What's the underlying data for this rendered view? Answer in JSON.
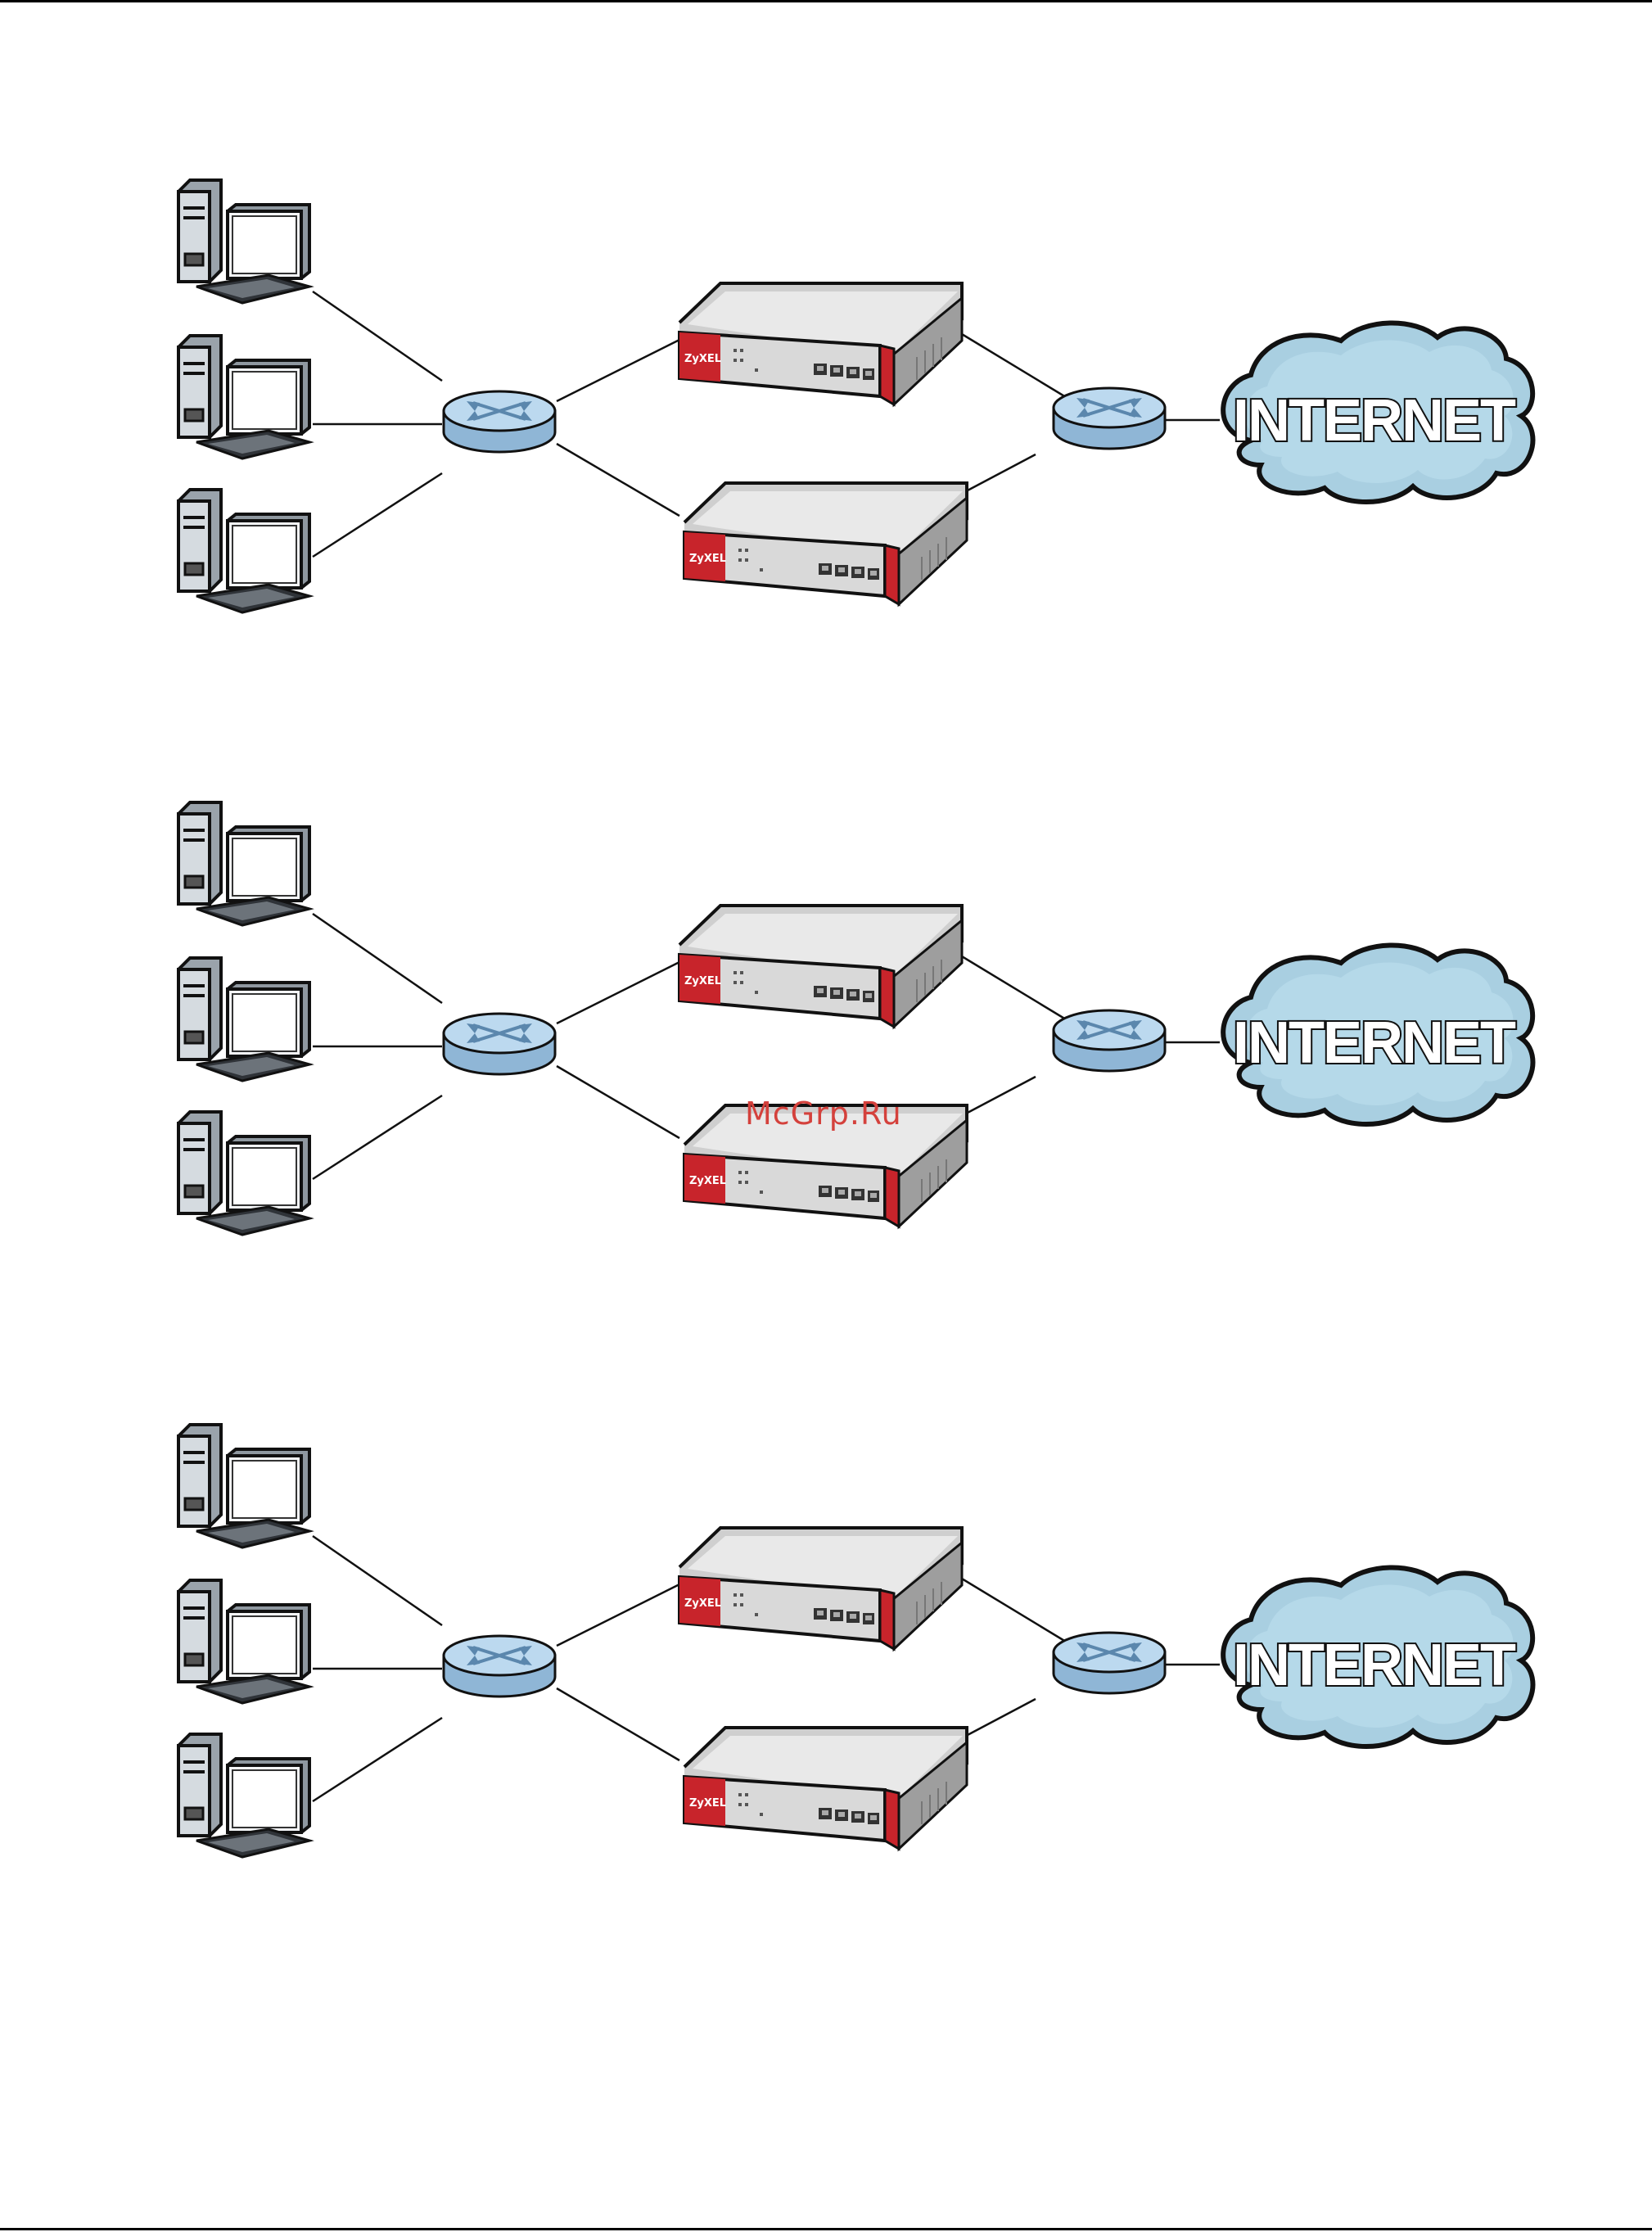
{
  "diagrams": [
    {
      "cloud_label": "INTERNET",
      "device_brand": "ZyXEL"
    },
    {
      "cloud_label": "INTERNET",
      "device_brand": "ZyXEL"
    },
    {
      "cloud_label": "INTERNET",
      "device_brand": "ZyXEL"
    }
  ],
  "watermark": "McGrp.Ru",
  "colors": {
    "cloud_fill": "#a9cfe1",
    "router_fill": "#bcd9ef",
    "device_red": "#c8242b",
    "monitor_screen": "#f4f6f8",
    "device_body": "#d9d9d9"
  },
  "icons": [
    "computer-icon",
    "router-icon",
    "firewall-icon",
    "cloud-icon"
  ]
}
